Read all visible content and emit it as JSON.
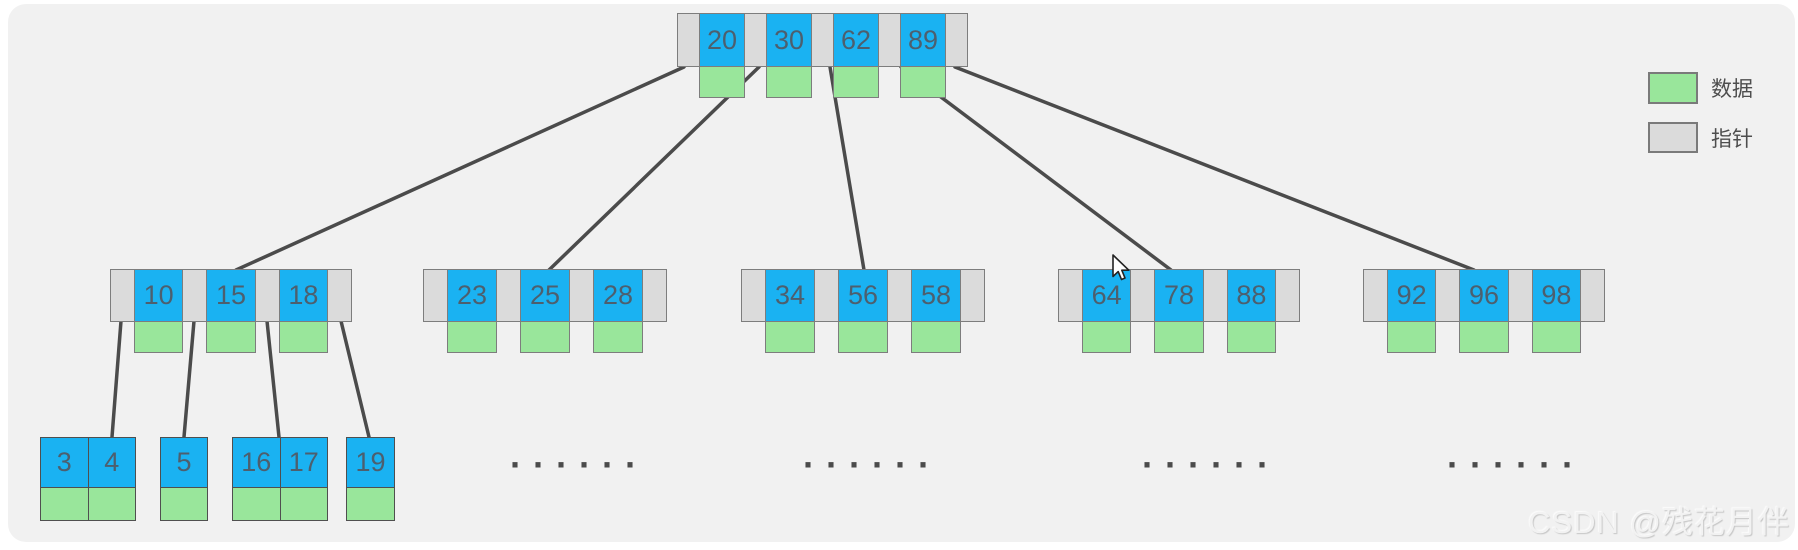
{
  "colors": {
    "panel_bg": "#f1f1f1",
    "key_cell": "#1ab2f2",
    "data_cell": "#99e69b",
    "pointer_cell": "#dbdbdb",
    "line": "#4b4b4b",
    "text": "#4d5f6e"
  },
  "legend": {
    "data_label": "数据",
    "pointer_label": "指针"
  },
  "watermark": "CSDN @残花月伴",
  "ellipsis": "······",
  "tree": {
    "root": {
      "keys": [
        "20",
        "30",
        "62",
        "89"
      ]
    },
    "internal_nodes": [
      {
        "keys": [
          "10",
          "15",
          "18"
        ]
      },
      {
        "keys": [
          "23",
          "25",
          "28"
        ]
      },
      {
        "keys": [
          "34",
          "56",
          "58"
        ]
      },
      {
        "keys": [
          "64",
          "78",
          "88"
        ]
      },
      {
        "keys": [
          "92",
          "96",
          "98"
        ]
      }
    ],
    "leaf_nodes": [
      {
        "keys": [
          "3",
          "4"
        ]
      },
      {
        "keys": [
          "5"
        ]
      },
      {
        "keys": [
          "16",
          "17"
        ]
      },
      {
        "keys": [
          "19"
        ]
      }
    ]
  }
}
